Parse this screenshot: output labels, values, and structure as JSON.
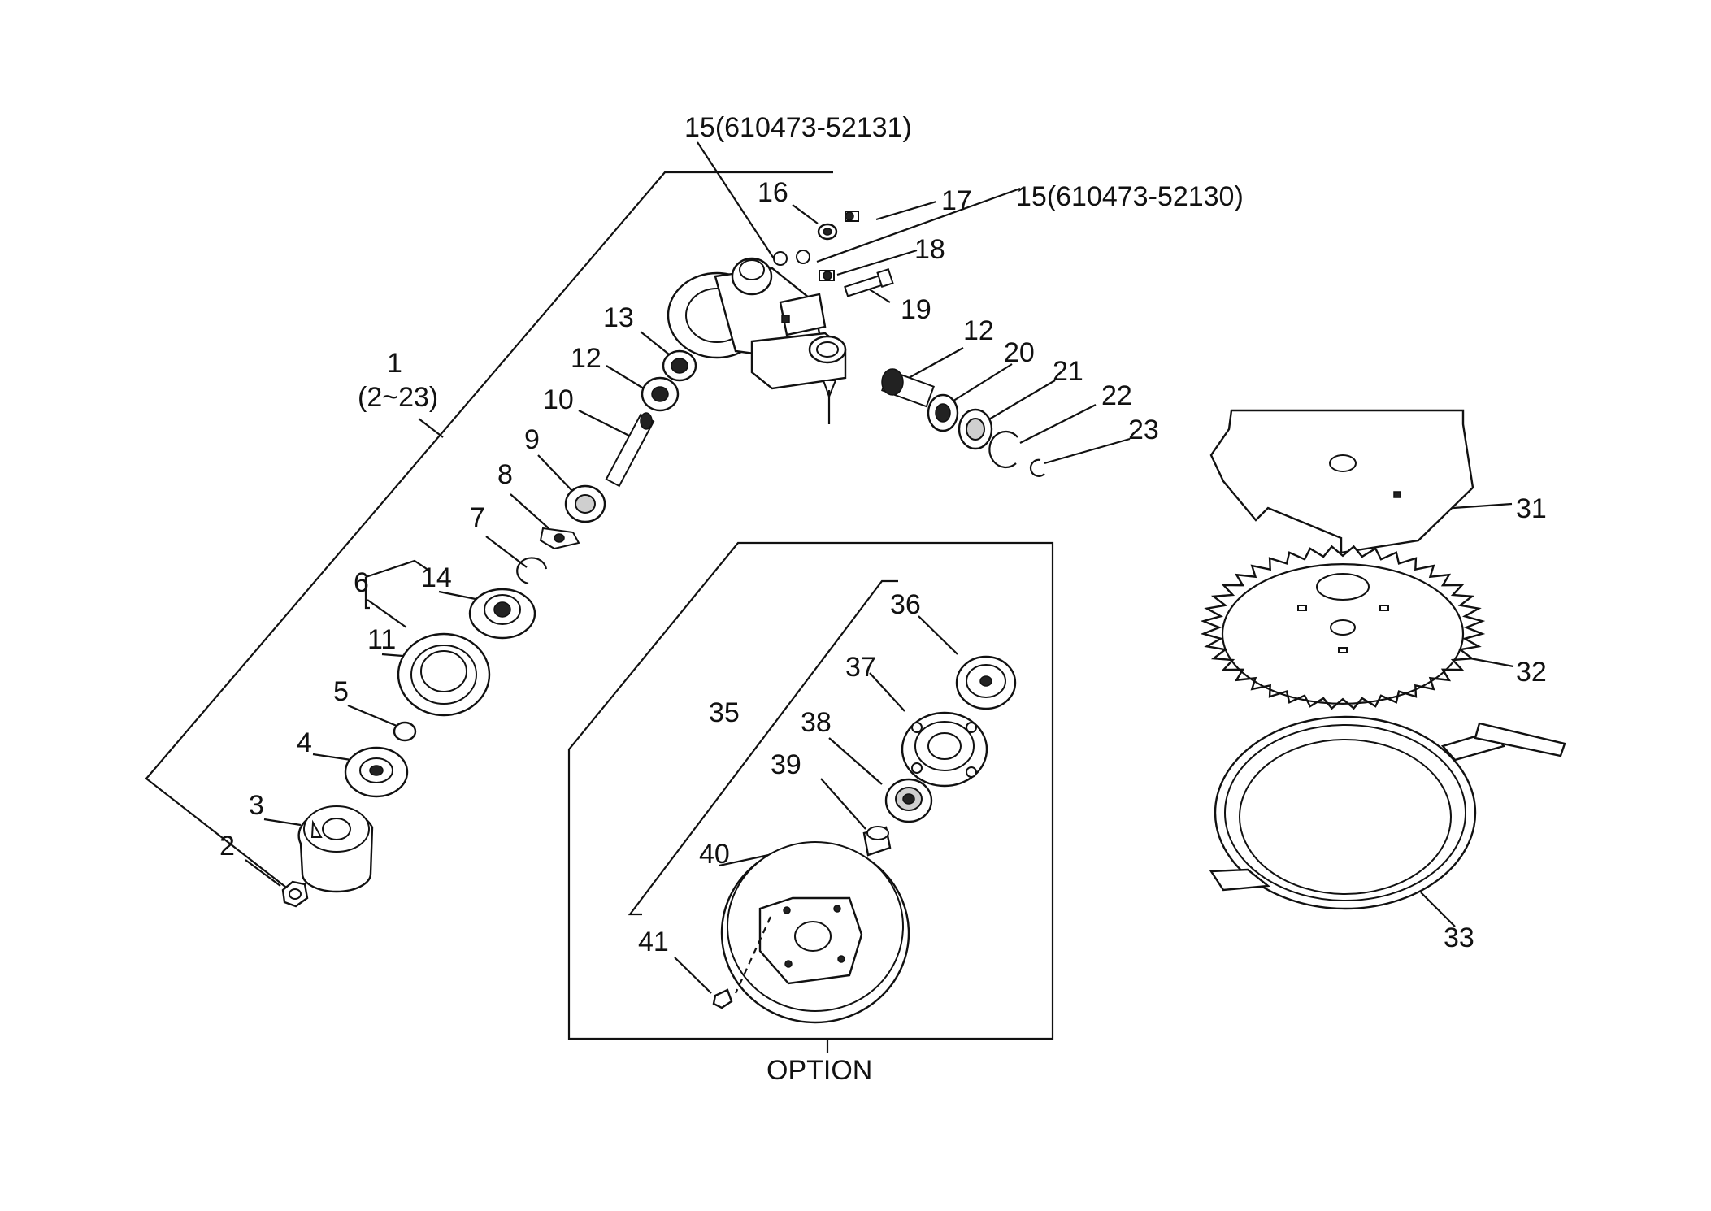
{
  "labels": {
    "p1": "1",
    "p1_range": "(2~23)",
    "p2": "2",
    "p3": "3",
    "p4": "4",
    "p5": "5",
    "p6": "6",
    "p7": "7",
    "p8": "8",
    "p9": "9",
    "p10": "10",
    "p11": "11",
    "p12a": "12",
    "p12b": "12",
    "p13": "13",
    "p14": "14",
    "p15a": "15(610473-52131)",
    "p15b": "15(610473-52130)",
    "p16": "16",
    "p17": "17",
    "p18": "18",
    "p19": "19",
    "p20": "20",
    "p21": "21",
    "p22": "22",
    "p23": "23",
    "p31": "31",
    "p32": "32",
    "p33": "33",
    "p35": "35",
    "p36": "36",
    "p37": "37",
    "p38": "38",
    "p39": "39",
    "p40": "40",
    "p41": "41"
  },
  "option_label": "OPTION"
}
